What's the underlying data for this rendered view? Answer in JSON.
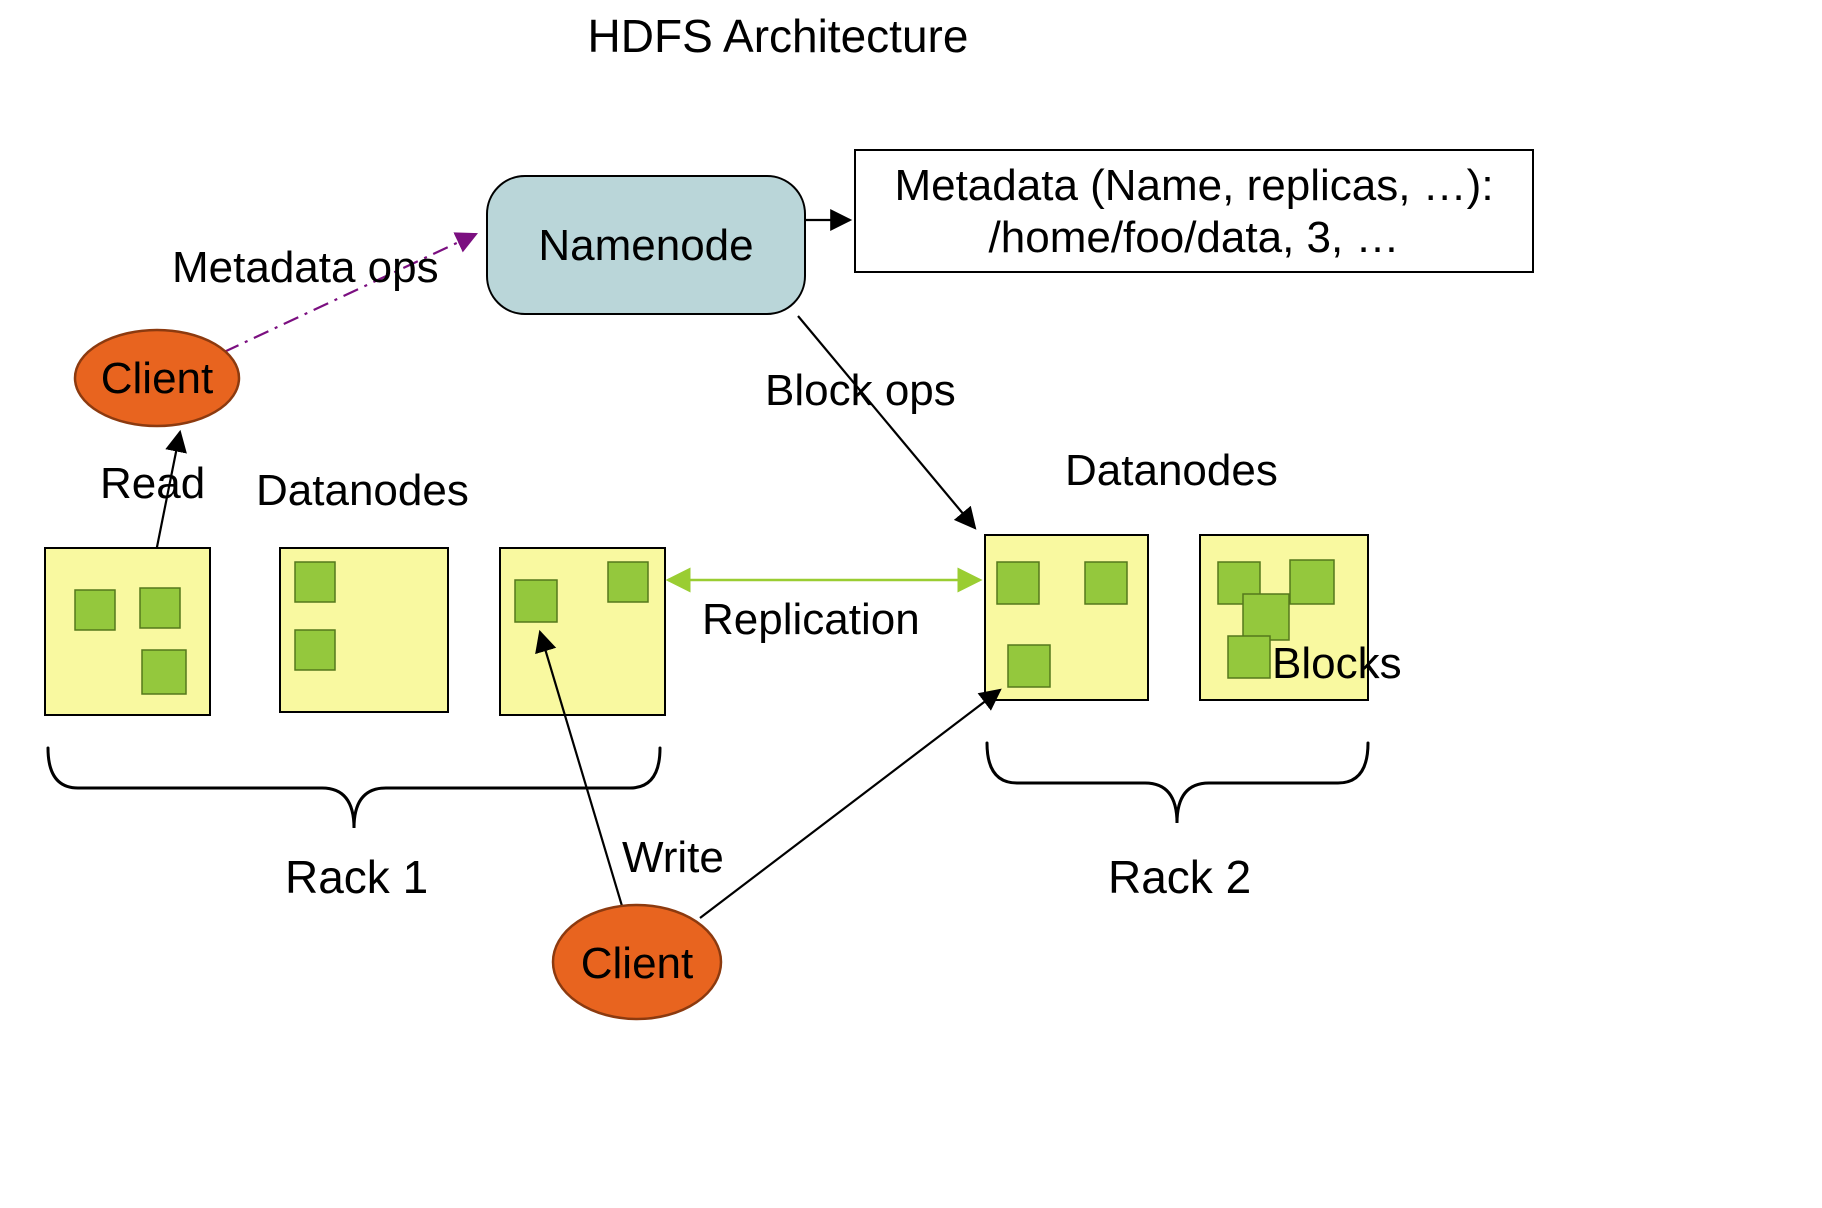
{
  "title": "HDFS Architecture",
  "namenode": {
    "label": "Namenode"
  },
  "metadata_box": {
    "line1": "Metadata (Name, replicas, …):",
    "line2": "/home/foo/data, 3, …"
  },
  "labels": {
    "metadata_ops": "Metadata ops",
    "block_ops": "Block ops",
    "read": "Read",
    "write": "Write",
    "replication": "Replication",
    "datanodes_left": "Datanodes",
    "datanodes_right": "Datanodes",
    "blocks": "Blocks",
    "rack1": "Rack 1",
    "rack2": "Rack 2"
  },
  "clients": {
    "top": "Client",
    "bottom": "Client"
  },
  "colors": {
    "node_fill": "#f9f9a0",
    "block_fill": "#94c83d",
    "namenode_fill": "#bad6d9",
    "client_fill": "#e8641f",
    "client_stroke": "#8c3a0f",
    "replication_green": "#9acd32",
    "metadata_ops_purple": "#7b0f80",
    "arrow_black": "#000000"
  }
}
